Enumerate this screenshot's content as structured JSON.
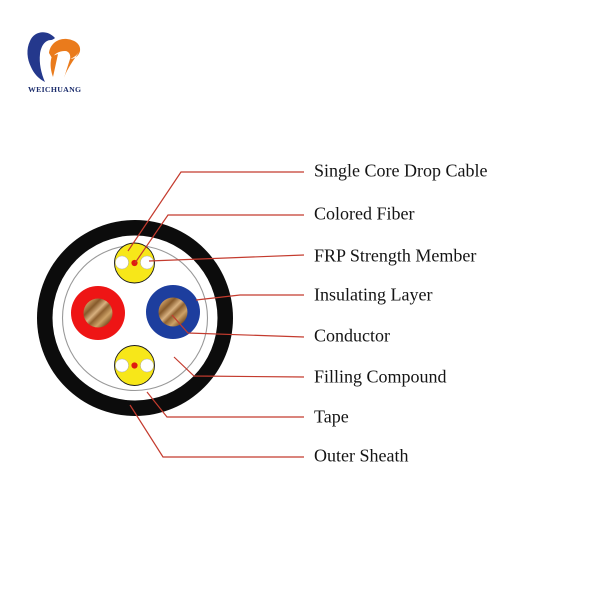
{
  "brand": {
    "name": "WEICHUANG",
    "colors": {
      "blue": "#24388c",
      "orange": "#ea7b1c",
      "text": "#1d2e6d"
    }
  },
  "diagram": {
    "type": "cable-cross-section",
    "labels": [
      "Single Core Drop Cable",
      "Colored Fiber",
      "FRP Strength Member",
      "Insulating Layer",
      "Conductor",
      "Filling Compound",
      "Tape",
      "Outer Sheath"
    ],
    "colors": {
      "outer_sheath": "#0c0c0c",
      "tape": "#999999",
      "filling": "#ffffff",
      "insulation_red": "#ee1515",
      "insulation_blue": "#1d3e9e",
      "conductor_copper": "#b5854e",
      "drop_jacket_yellow": "#f7e719",
      "drop_jacket_outline": "#1a1a1a",
      "fiber_dot_red": "#e01c10",
      "frp_white": "#ffffff",
      "leader_line": "#c43b2e",
      "label_text": "#141414"
    }
  }
}
